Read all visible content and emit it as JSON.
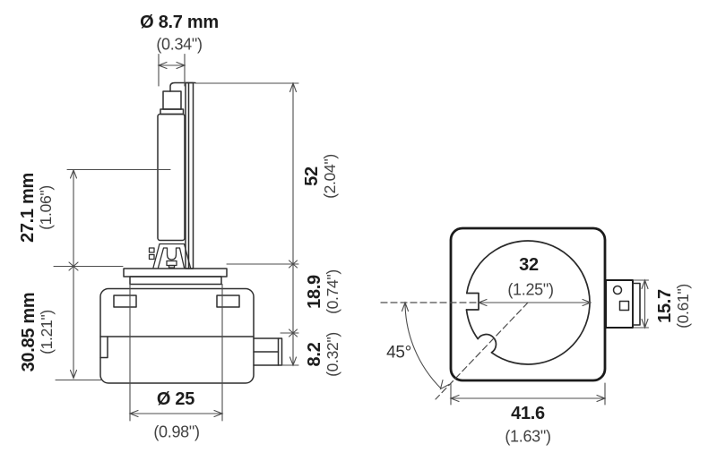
{
  "side_view": {
    "tip_diameter_mm": "Ø 8.7 mm",
    "tip_diameter_in": "(0.34\")",
    "capsule_length_mm": "27.1 mm",
    "capsule_length_in": "(1.06\")",
    "base_length_mm": "30.85 mm",
    "base_length_in": "(1.21\")",
    "overall_length_mm": "52",
    "overall_length_in": "(2.04\")",
    "shoulder_height_mm": "18.9",
    "shoulder_height_in": "(0.74\")",
    "connector_height_mm": "8.2",
    "connector_height_in": "(0.32\")",
    "flange_diameter_mm": "Ø 25",
    "flange_diameter_in": "(0.98\")"
  },
  "front_view": {
    "ring_diameter_mm": "32",
    "ring_diameter_in": "(1.25\")",
    "key_angle": "45°",
    "connector_height_mm": "15.7",
    "connector_height_in": "(0.61\")",
    "base_width_mm": "41.6",
    "base_width_in": "(1.63\")"
  }
}
